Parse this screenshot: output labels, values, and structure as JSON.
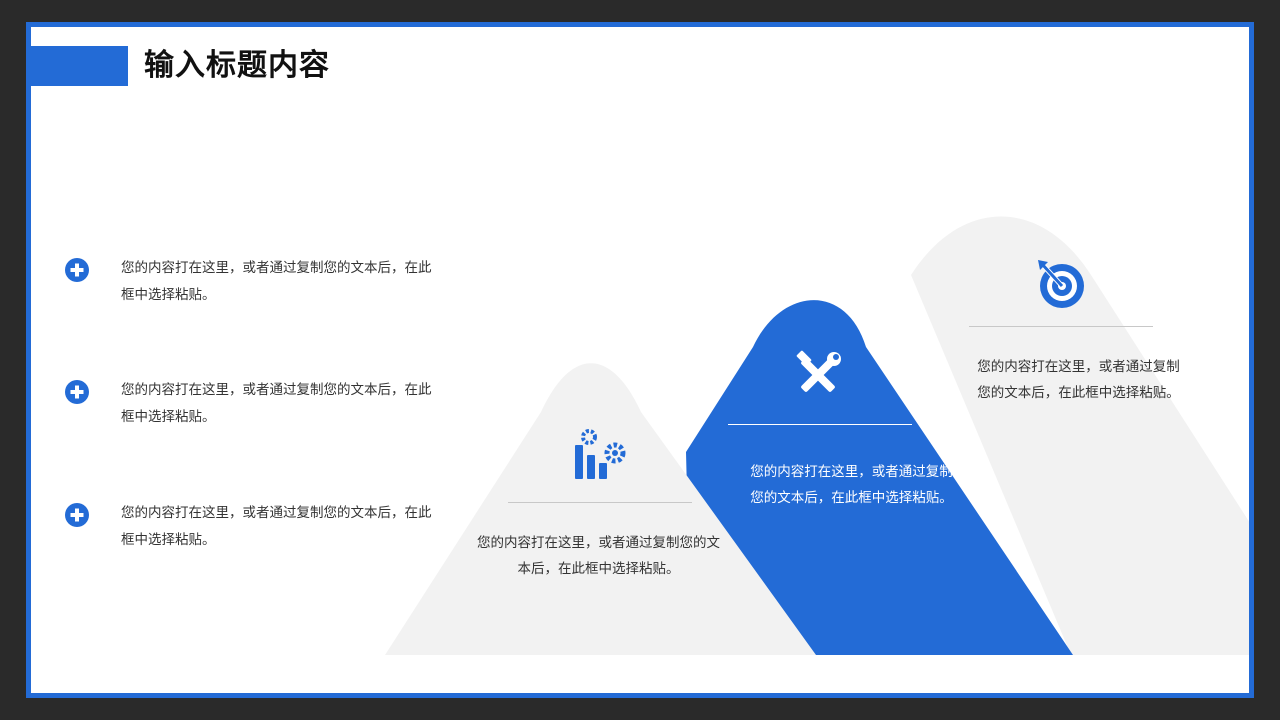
{
  "title": "输入标题内容",
  "bullets": [
    {
      "text": "您的内容打在这里，或者通过复制您的文本后，在此框中选择粘贴。",
      "icon": "plus-circle-icon"
    },
    {
      "text": "您的内容打在这里，或者通过复制您的文本后，在此框中选择粘贴。",
      "icon": "plus-circle-icon"
    },
    {
      "text": "您的内容打在这里，或者通过复制您的文本后，在此框中选择粘贴。",
      "icon": "plus-circle-icon"
    }
  ],
  "cards": [
    {
      "text": "您的内容打在这里，或者通过复制您的文本后，在此框中选择粘贴。",
      "icon": "bar-chart-gear-icon"
    },
    {
      "text": "您的内容打在这里，或者通过复制您的文本后，在此框中选择粘贴。",
      "icon": "wrench-hammer-icon"
    },
    {
      "text": "您的内容打在这里，或者通过复制您的文本后，在此框中选择粘贴。",
      "icon": "target-arrow-icon"
    }
  ],
  "colors": {
    "accent": "#236bd6",
    "panel": "#f2f2f2",
    "frame": "#2a2a2a"
  }
}
